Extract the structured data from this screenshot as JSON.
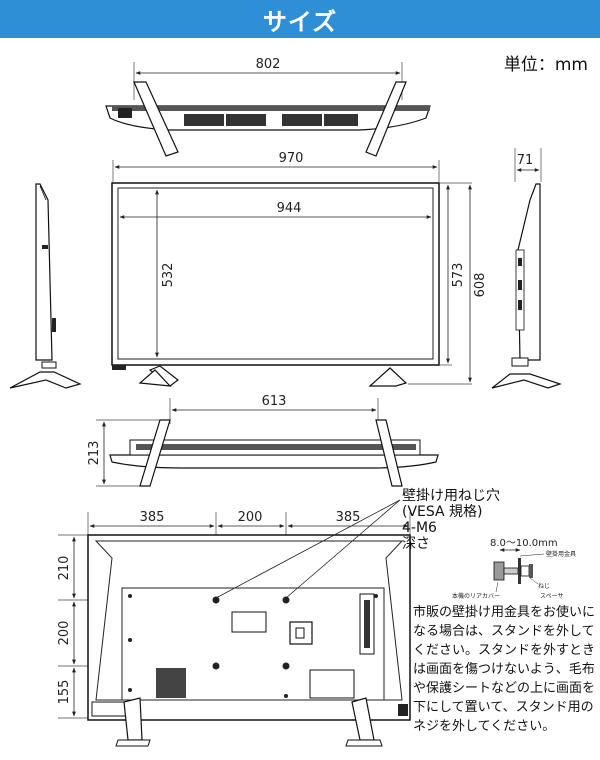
{
  "header": {
    "title": "サイズ"
  },
  "unit_label": "単位：mm",
  "dimensions": {
    "top_stand_span": "802",
    "overall_width": "970",
    "side_depth": "71",
    "screen_width": "944",
    "screen_height": "532",
    "height_no_stand": "573",
    "height_with_stand": "608",
    "stand_span": "613",
    "stand_depth": "213",
    "rear_left": "385",
    "rear_middle": "200",
    "rear_right": "385",
    "rear_top": "210",
    "rear_mid": "200",
    "rear_bottom": "155"
  },
  "wall_mount": {
    "line1": "壁掛け用ねじ穴",
    "line2": "(VESA 規格)",
    "line3": "4-M6",
    "line4": "深さ",
    "screw_range": "8.0～10.0mm",
    "label_bracket": "壁掛用金具",
    "label_cover": "本機のリアカバー",
    "label_screw": "ねじ",
    "label_spacer": "スペーサ"
  },
  "note_text": "市販の壁掛け用金具をお使いになる場合は、スタンドを外してください。スタンドを外すときは画面を傷つけないよう、毛布や保護シートなどの上に画面を下にして置いて、スタンド用のネジを外してください。"
}
